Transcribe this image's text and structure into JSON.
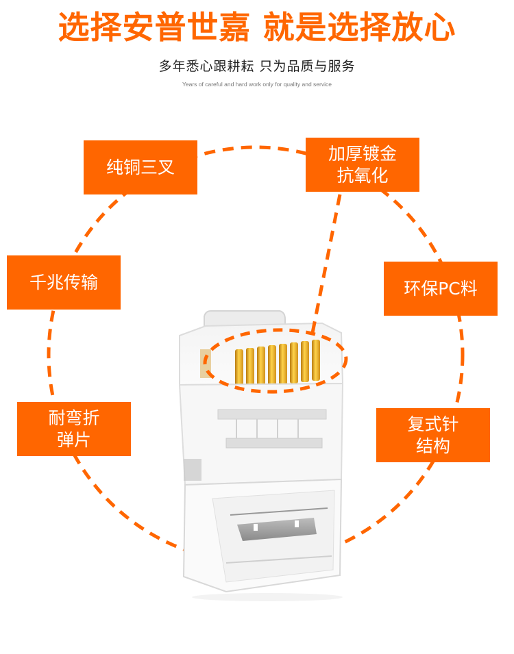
{
  "header": {
    "headline": "选择安普世嘉 就是选择放心",
    "subline": "多年悉心跟耕耘 只为品质与服务",
    "tagline": "Years of careful and hard work only for quality and service"
  },
  "features": [
    {
      "id": "pure-copper",
      "label": "纯铜三叉"
    },
    {
      "id": "gold-plated",
      "label": "加厚镀金\n抗氧化"
    },
    {
      "id": "gigabit",
      "label": "千兆传输"
    },
    {
      "id": "eco-pc",
      "label": "环保PC料"
    },
    {
      "id": "bend-resistant",
      "label": "耐弯折\n弹片"
    },
    {
      "id": "compound-pin",
      "label": "复式针\n结构"
    }
  ],
  "product": {
    "name": "RJ45 crystal connector",
    "pin_count": 8
  },
  "colors": {
    "accent": "#ff6600",
    "gold": "#e8a820",
    "text_dark": "#222222",
    "text_muted": "#777777"
  }
}
